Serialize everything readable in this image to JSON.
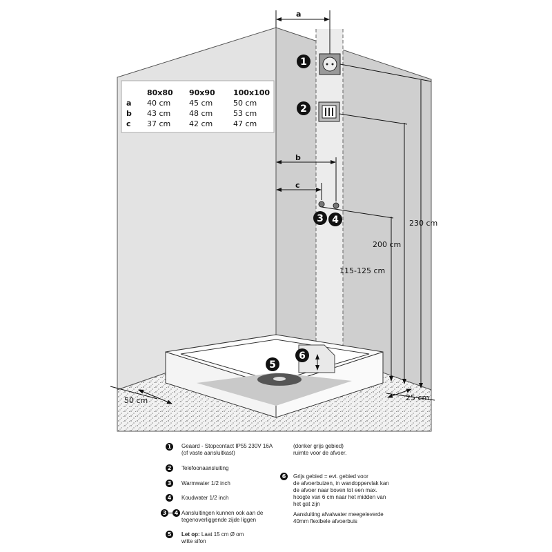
{
  "table": {
    "headers": [
      "80x80",
      "90x90",
      "100x100"
    ],
    "rows": [
      {
        "key": "a",
        "values": [
          "40 cm",
          "45 cm",
          "50 cm"
        ]
      },
      {
        "key": "b",
        "values": [
          "43 cm",
          "48 cm",
          "53 cm"
        ]
      },
      {
        "key": "c",
        "values": [
          "37 cm",
          "42 cm",
          "47 cm"
        ]
      }
    ]
  },
  "dimensions": {
    "a": "a",
    "b": "b",
    "c": "c",
    "h230": "230 cm",
    "h200": "200 cm",
    "h115": "115-125 cm",
    "d50": "50 cm",
    "d25": "25 cm"
  },
  "markers": [
    "1",
    "2",
    "3",
    "4",
    "5",
    "6"
  ],
  "legend": {
    "item1": "Geaard - Stopcontact IP55 230V 16A",
    "item1b": "(of vaste aansluitkast)",
    "item2": "Telefoonaansluiting",
    "item3": "Warmwater 1/2 inch",
    "item4": "Koudwater 1/2 inch",
    "item34": "Aansluitingen kunnen ook aan de",
    "item34b": "tegenoverliggende zijde liggen",
    "item5": "Let op:",
    "item5a": " Laat 15 cm Ø om",
    "item5b": "witte sifon",
    "dark1": "(donker grijs gebied)",
    "dark2": "ruimte voor de afvoer.",
    "item6a": "Grijs gebied = evt. gebied voor",
    "item6b": "de afvoerbuizen, in wandoppervlak kan",
    "item6c": "de afvoer naar boven tot een max.",
    "item6d": "hoogte van 6 cm naar het midden van",
    "item6e": "het gat zijn",
    "waste1": "Aansluiting afvalwater meegeleverde",
    "waste2": "40mm flexibele afvoerbuis"
  },
  "colors": {
    "wall_left": "#e4e4e4",
    "wall_right": "#d0d0d0",
    "floor": "#f1f1f1",
    "marker": "#111111"
  }
}
